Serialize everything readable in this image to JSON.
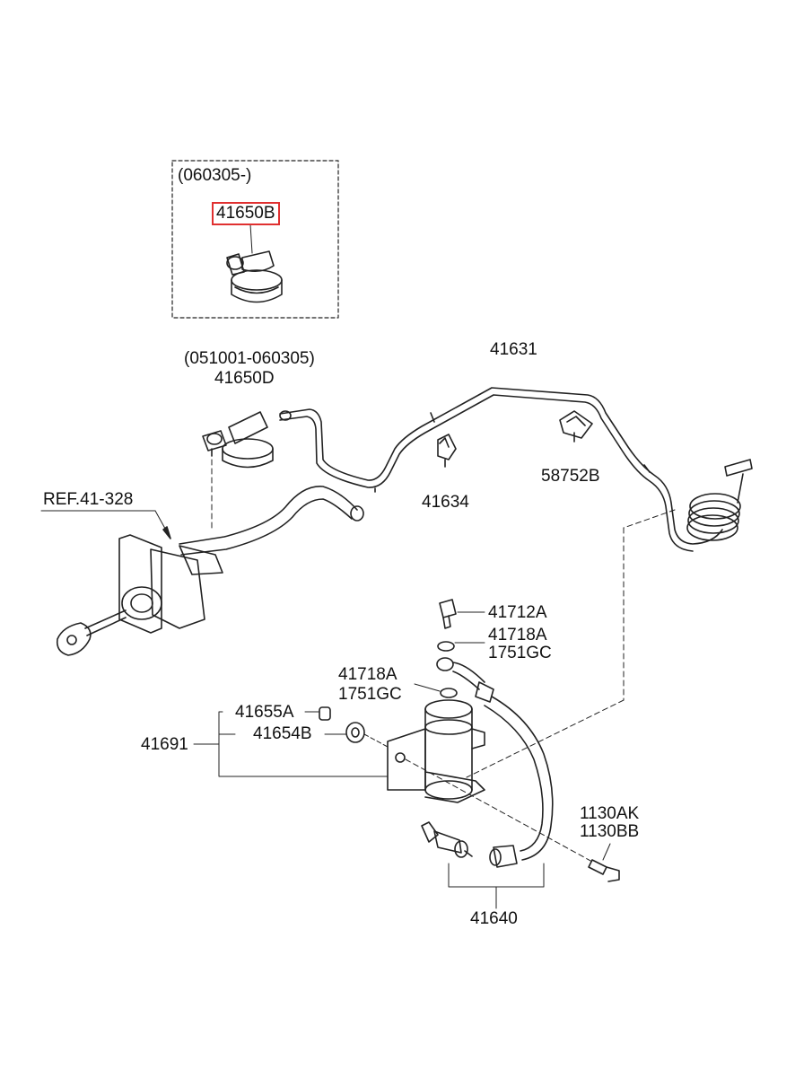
{
  "labels": {
    "ref_date_box": "(060305-)",
    "part_41650B": "41650B",
    "ref_date_old": "(051001-060305)",
    "part_41650D": "41650D",
    "part_41631": "41631",
    "ref_41_328": "REF.41-328",
    "part_41634": "41634",
    "part_58752B": "58752B",
    "part_41712A": "41712A",
    "part_41718A_right": "41718A",
    "part_1751GC_right": "1751GC",
    "part_41718A_left": "41718A",
    "part_1751GC_left": "1751GC",
    "part_41655A": "41655A",
    "part_41654B": "41654B",
    "part_41691": "41691",
    "part_1130AK": "1130AK",
    "part_1130BB": "1130BB",
    "part_41640": "41640"
  },
  "highlight": {
    "part": "41650B",
    "color": "#e03030"
  }
}
